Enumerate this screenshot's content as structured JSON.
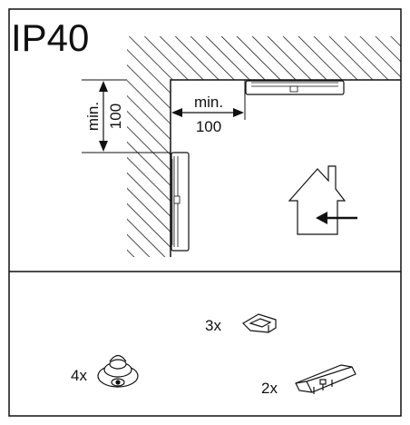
{
  "rating": "IP40",
  "clearance": {
    "vertical": {
      "label": "min.",
      "value": "100"
    },
    "horizontal": {
      "label": "min.",
      "value": "100"
    }
  },
  "icons": {
    "indoor": "house-with-arrow-icon"
  },
  "accessories": [
    {
      "qty": "3x",
      "icon": "mounting-clip-icon"
    },
    {
      "qty": "4x",
      "icon": "screw-anchor-icon"
    },
    {
      "qty": "2x",
      "icon": "cable-bracket-icon"
    }
  ]
}
